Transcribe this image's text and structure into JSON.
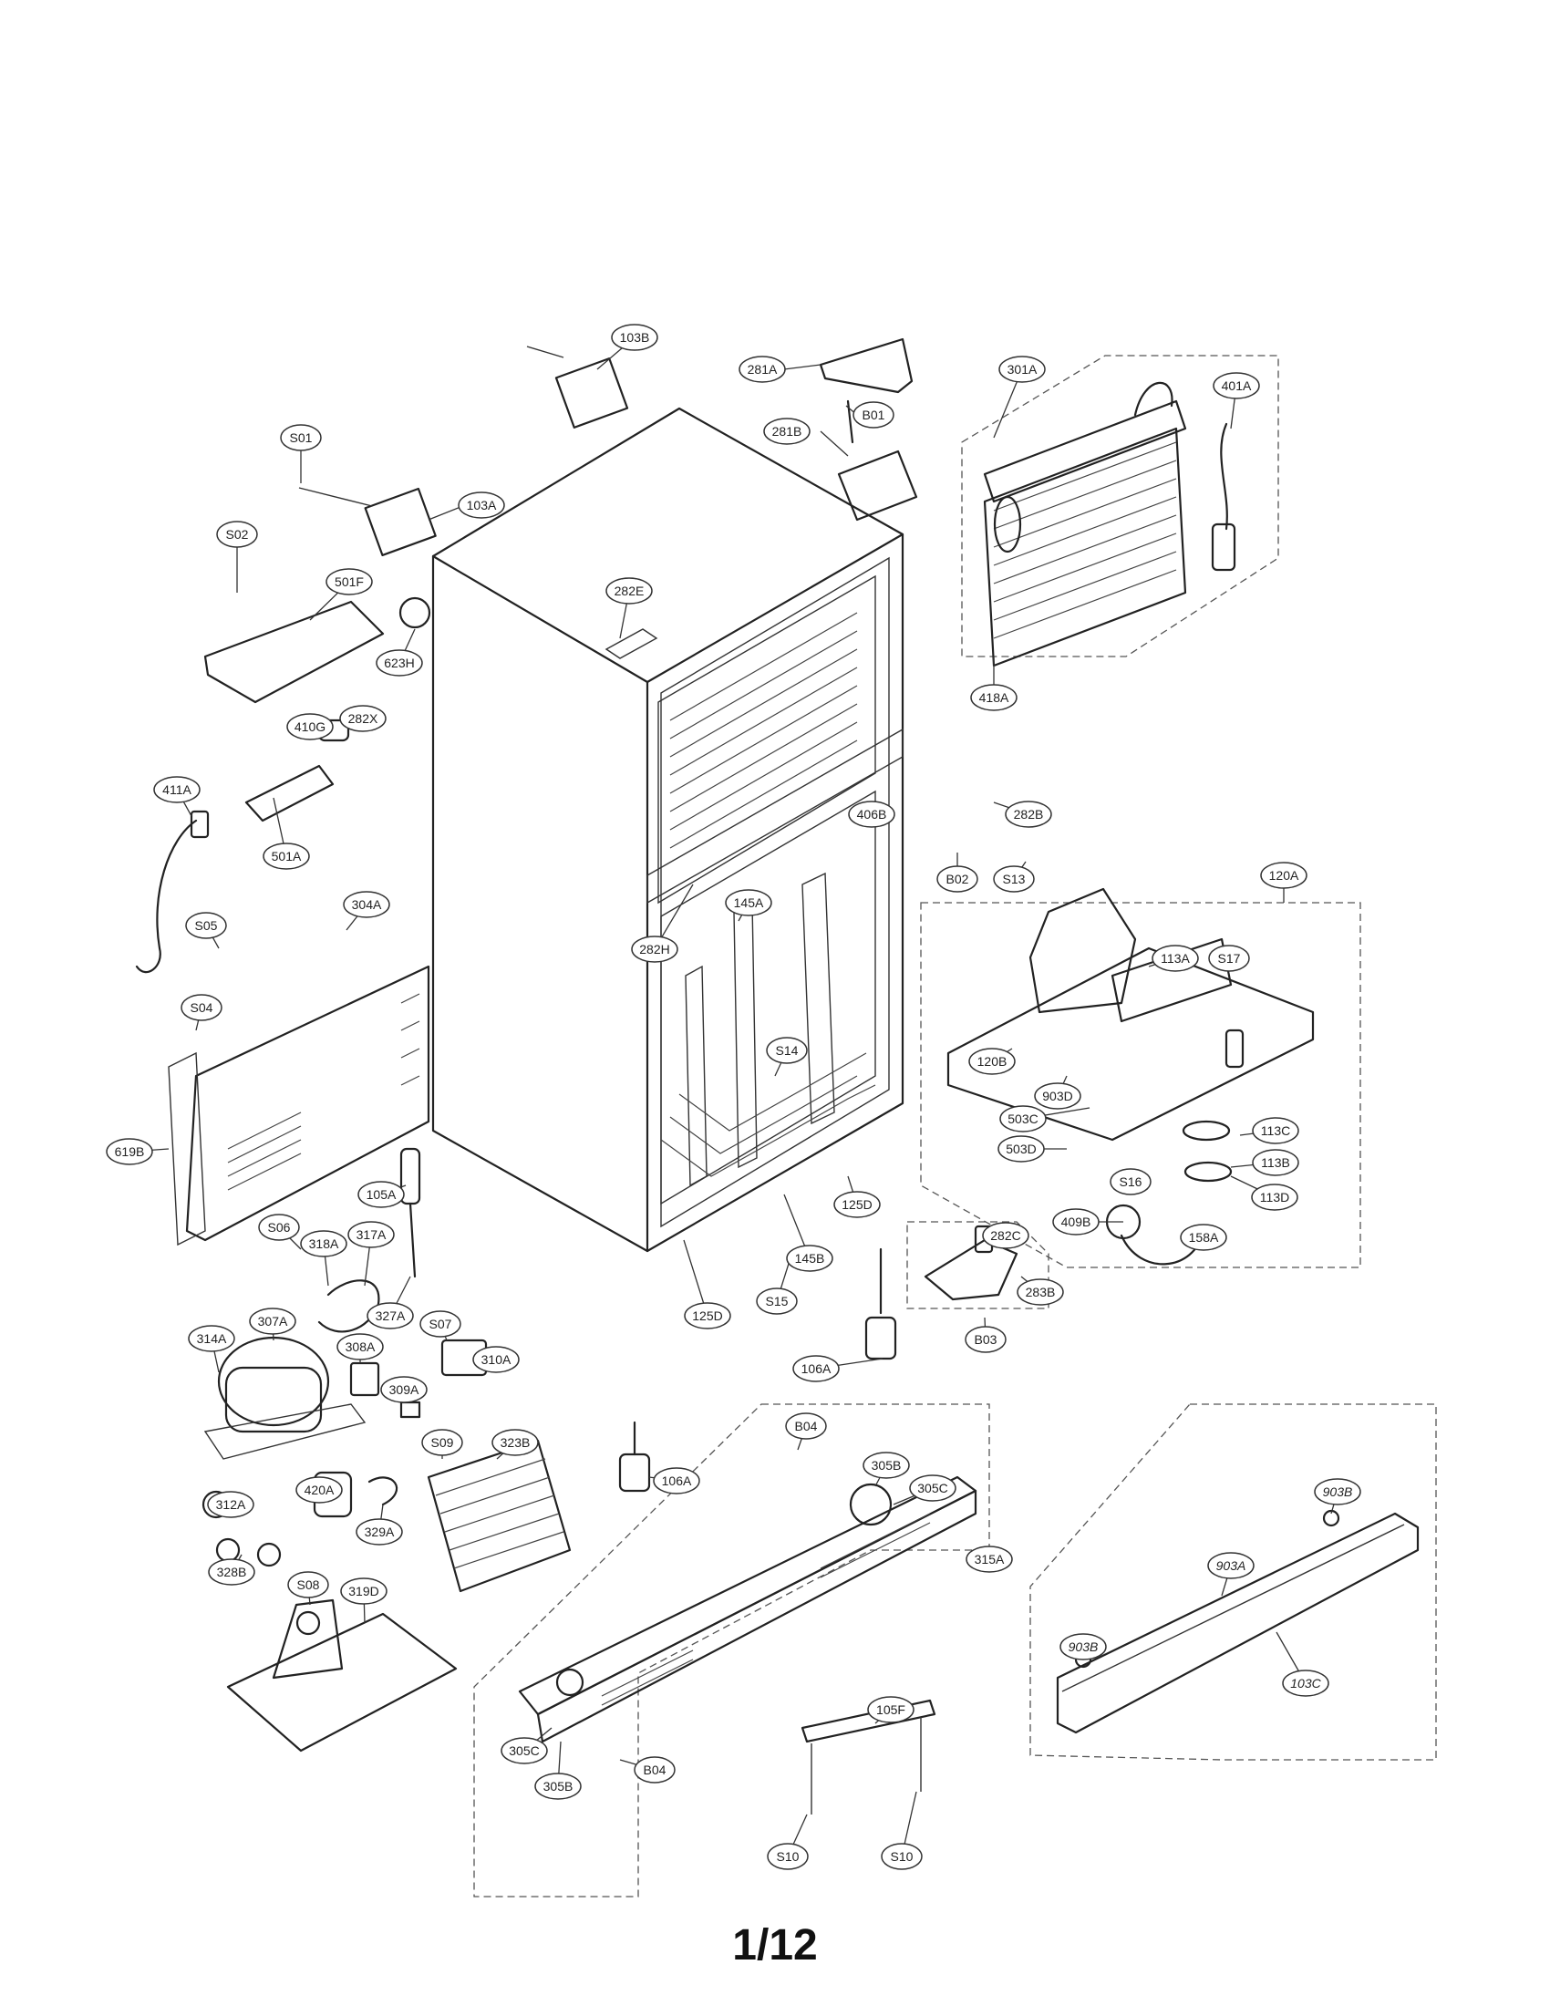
{
  "page_number": "1/12",
  "callouts": [
    {
      "id": "103B",
      "label": "103B"
    },
    {
      "id": "281A",
      "label": "281A"
    },
    {
      "id": "B01",
      "label": "B01"
    },
    {
      "id": "281B",
      "label": "281B"
    },
    {
      "id": "301A",
      "label": "301A"
    },
    {
      "id": "401A",
      "label": "401A"
    },
    {
      "id": "S01",
      "label": "S01"
    },
    {
      "id": "103A",
      "label": "103A"
    },
    {
      "id": "S02",
      "label": "S02"
    },
    {
      "id": "501F",
      "label": "501F"
    },
    {
      "id": "623H",
      "label": "623H"
    },
    {
      "id": "282E",
      "label": "282E"
    },
    {
      "id": "418A",
      "label": "418A"
    },
    {
      "id": "410G",
      "label": "410G"
    },
    {
      "id": "282X",
      "label": "282X"
    },
    {
      "id": "411A",
      "label": "411A"
    },
    {
      "id": "501A",
      "label": "501A"
    },
    {
      "id": "282B",
      "label": "282B"
    },
    {
      "id": "406B",
      "label": "406B"
    },
    {
      "id": "B02",
      "label": "B02"
    },
    {
      "id": "S13",
      "label": "S13"
    },
    {
      "id": "120A",
      "label": "120A"
    },
    {
      "id": "304A",
      "label": "304A"
    },
    {
      "id": "S05",
      "label": "S05"
    },
    {
      "id": "145A",
      "label": "145A"
    },
    {
      "id": "282H",
      "label": "282H"
    },
    {
      "id": "113A",
      "label": "113A"
    },
    {
      "id": "S17",
      "label": "S17"
    },
    {
      "id": "S04",
      "label": "S04"
    },
    {
      "id": "S14",
      "label": "S14"
    },
    {
      "id": "120B",
      "label": "120B"
    },
    {
      "id": "903D",
      "label": "903D"
    },
    {
      "id": "503C",
      "label": "503C"
    },
    {
      "id": "113C",
      "label": "113C"
    },
    {
      "id": "503D",
      "label": "503D"
    },
    {
      "id": "113B",
      "label": "113B"
    },
    {
      "id": "619B",
      "label": "619B"
    },
    {
      "id": "S16",
      "label": "S16"
    },
    {
      "id": "113D",
      "label": "113D"
    },
    {
      "id": "105A",
      "label": "105A"
    },
    {
      "id": "125D_a",
      "label": "125D"
    },
    {
      "id": "409B",
      "label": "409B"
    },
    {
      "id": "158A",
      "label": "158A"
    },
    {
      "id": "S06",
      "label": "S06"
    },
    {
      "id": "318A",
      "label": "318A"
    },
    {
      "id": "317A",
      "label": "317A"
    },
    {
      "id": "145B",
      "label": "145B"
    },
    {
      "id": "282C",
      "label": "282C"
    },
    {
      "id": "283B",
      "label": "283B"
    },
    {
      "id": "327A",
      "label": "327A"
    },
    {
      "id": "125D_b",
      "label": "125D"
    },
    {
      "id": "S15",
      "label": "S15"
    },
    {
      "id": "314A",
      "label": "314A"
    },
    {
      "id": "307A",
      "label": "307A"
    },
    {
      "id": "S07",
      "label": "S07"
    },
    {
      "id": "B03",
      "label": "B03"
    },
    {
      "id": "308A",
      "label": "308A"
    },
    {
      "id": "310A",
      "label": "310A"
    },
    {
      "id": "106A_a",
      "label": "106A"
    },
    {
      "id": "309A",
      "label": "309A"
    },
    {
      "id": "B04_a",
      "label": "B04"
    },
    {
      "id": "S09",
      "label": "S09"
    },
    {
      "id": "323B",
      "label": "323B"
    },
    {
      "id": "305B_a",
      "label": "305B"
    },
    {
      "id": "106A_b",
      "label": "106A"
    },
    {
      "id": "305C_a",
      "label": "305C"
    },
    {
      "id": "903B_a",
      "label": "903B"
    },
    {
      "id": "420A",
      "label": "420A"
    },
    {
      "id": "312A",
      "label": "312A"
    },
    {
      "id": "329A",
      "label": "329A"
    },
    {
      "id": "315A",
      "label": "315A"
    },
    {
      "id": "903A",
      "label": "903A"
    },
    {
      "id": "328B",
      "label": "328B"
    },
    {
      "id": "S08",
      "label": "S08"
    },
    {
      "id": "319D",
      "label": "319D"
    },
    {
      "id": "903B_b",
      "label": "903B"
    },
    {
      "id": "103C",
      "label": "103C"
    },
    {
      "id": "105F",
      "label": "105F"
    },
    {
      "id": "305C_b",
      "label": "305C"
    },
    {
      "id": "305B_b",
      "label": "305B"
    },
    {
      "id": "B04_b",
      "label": "B04"
    },
    {
      "id": "S10_a",
      "label": "S10"
    },
    {
      "id": "S10_b",
      "label": "S10"
    }
  ]
}
